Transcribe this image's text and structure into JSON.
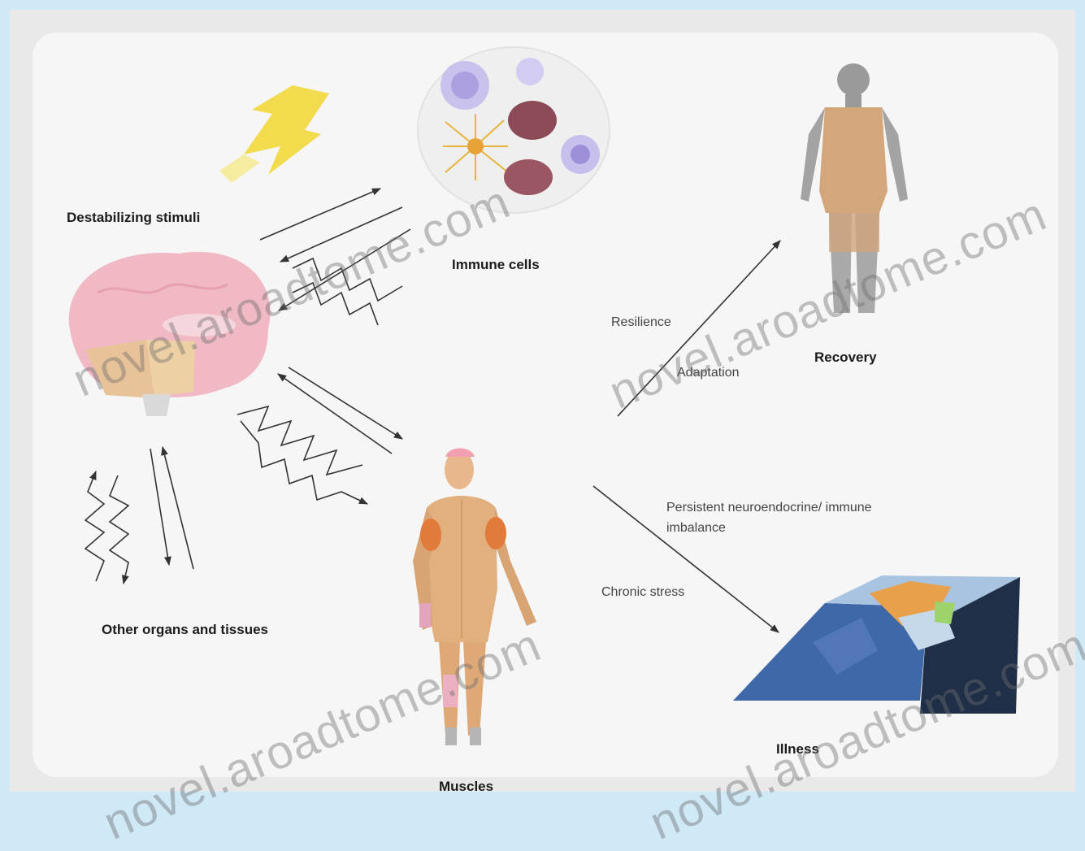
{
  "labels": {
    "destabilizing_stimuli": "Destabilizing stimuli",
    "immune_cells": "Immune cells",
    "other_organs": "Other organs and tissues",
    "muscles": "Muscles",
    "recovery": "Recovery",
    "resilience": "Resilience",
    "adaptation": "Adaptation",
    "persistent_imbalance": "Persistent neuroendocrine/ immune imbalance",
    "chronic_stress": "Chronic stress",
    "illness": "Illness"
  },
  "watermark": {
    "text": "novel.aroadtome.com"
  },
  "colors": {
    "background": "#cfe9f7",
    "panel": "#f6f6f6",
    "brain": "#f0b9c4",
    "skin": "#e0b07d",
    "illness_blue": "#3f68a8"
  }
}
